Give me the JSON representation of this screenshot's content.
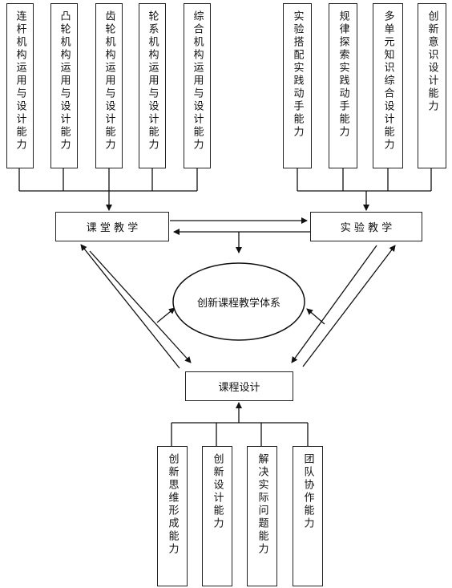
{
  "top_left_boxes": [
    {
      "label": "连杆机构运用与设计能力"
    },
    {
      "label": "凸轮机构运用与设计能力"
    },
    {
      "label": "齿轮机构运用与设计能力"
    },
    {
      "label": "轮系机构运用与设计能力"
    },
    {
      "label": "综合机构运用与设计能力"
    }
  ],
  "top_right_boxes": [
    {
      "label": "实验搭配实践动手能力"
    },
    {
      "label": "规律探索实践动手能力"
    },
    {
      "label": "多单元知识综合设计能力"
    },
    {
      "label": "创新意识设计能力"
    }
  ],
  "bottom_boxes": [
    {
      "label": "创新思维形成能力"
    },
    {
      "label": "创新设计能力"
    },
    {
      "label": "解决实际问题能力"
    },
    {
      "label": "团队协作能力"
    }
  ],
  "classroom": "课 堂 教 学",
  "lab": "实 验 教 学",
  "center": "创新课程教学体系",
  "course_design": "课程设计"
}
